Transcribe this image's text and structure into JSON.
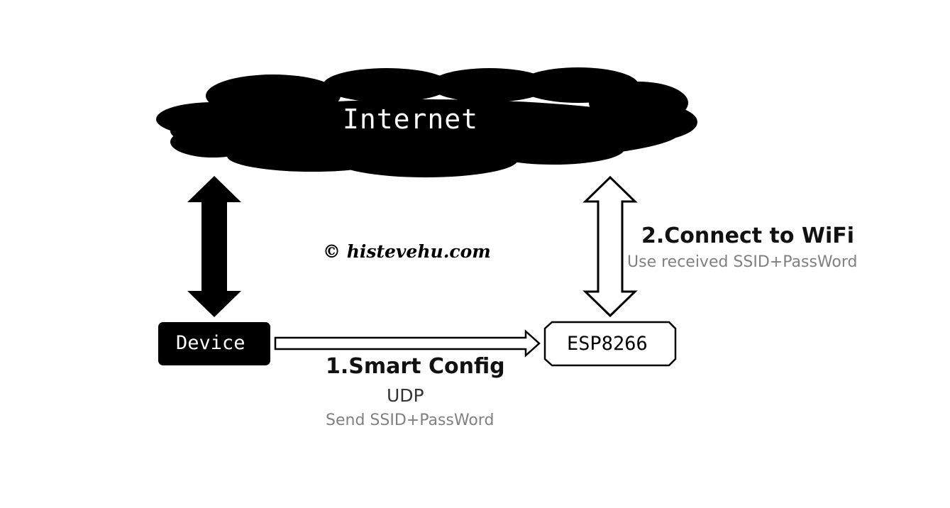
{
  "cloud": {
    "label": "Internet",
    "icon": "cloud-icon",
    "fill": "#000000"
  },
  "nodes": {
    "device": {
      "label": "Device",
      "fill": "#000000"
    },
    "esp": {
      "label": "ESP8266",
      "fill": "#ffffff"
    }
  },
  "watermark": "© histevehu.com",
  "step1": {
    "title": "1.Smart Config",
    "protocol": "UDP",
    "detail": "Send SSID+PassWord"
  },
  "step2": {
    "title": "2.Connect to WiFi",
    "detail": "Use received SSID+PassWord"
  },
  "colors": {
    "primary": "#000000",
    "muted": "#808080",
    "background": "#ffffff"
  }
}
